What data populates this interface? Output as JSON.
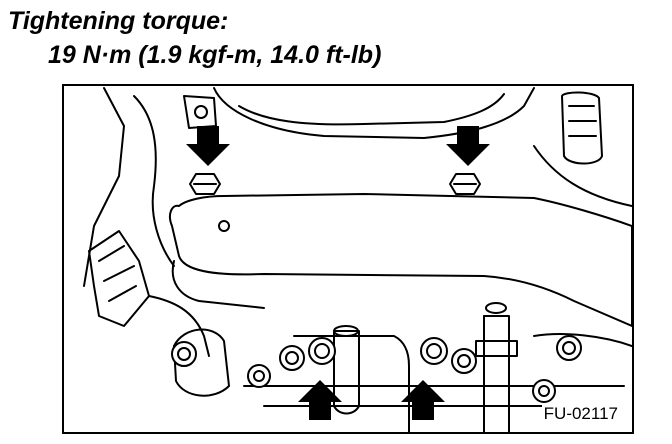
{
  "spec": {
    "label": "Tightening torque:",
    "value": "19 N·m (1.9 kgf-m, 14.0 ft-lb)"
  },
  "figure": {
    "id": "FU-02117",
    "arrow_icon": "arrow-icon",
    "arrow_count": 4
  }
}
